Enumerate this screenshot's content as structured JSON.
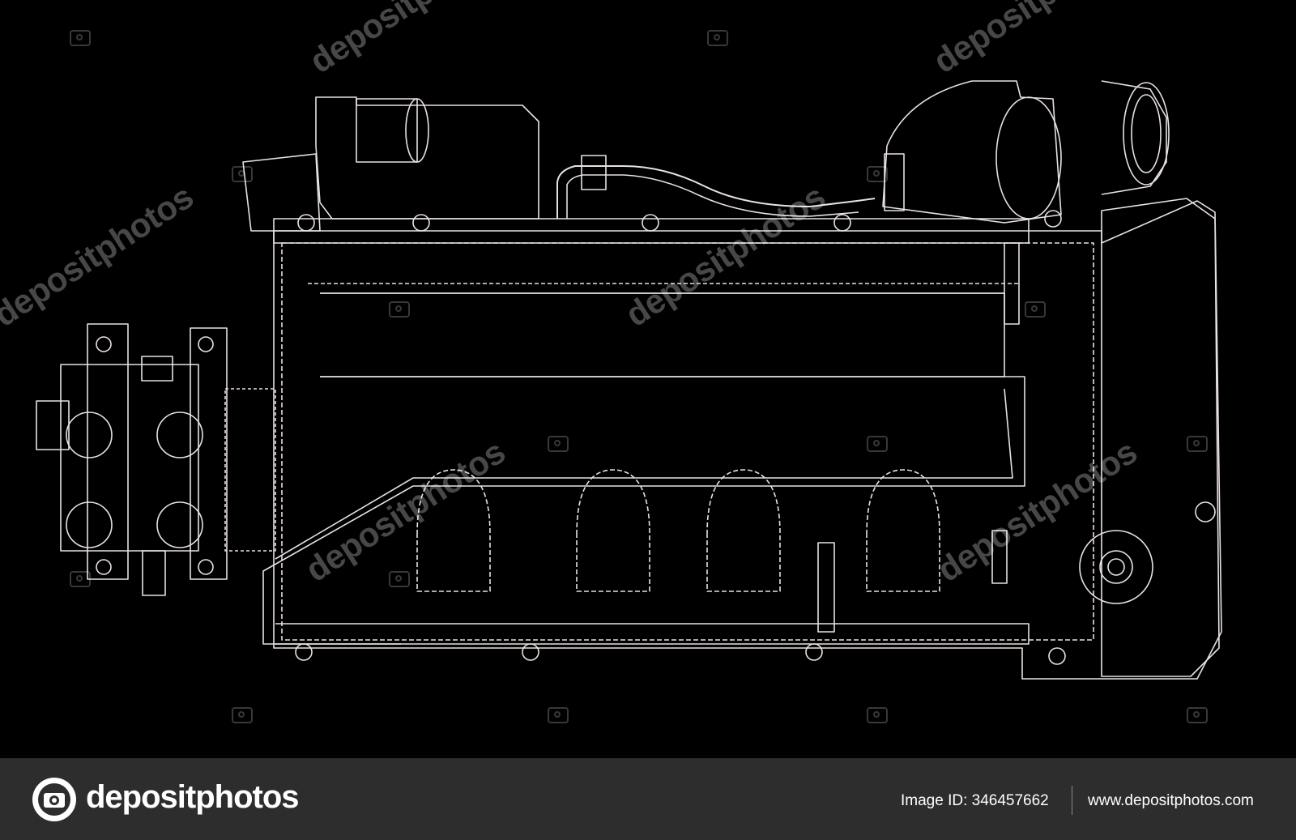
{
  "watermark": {
    "text": "depositphotos"
  },
  "footer": {
    "brand": "depositphotos",
    "image_id": "Image ID: 346457662",
    "site_url": "www.depositphotos.com"
  },
  "colors": {
    "background": "#000000",
    "wireframe": "#e8e2e0",
    "footer_bg": "#2d2d2d"
  },
  "icons": [
    "camera-icon",
    "depositphotos-logo-icon"
  ]
}
